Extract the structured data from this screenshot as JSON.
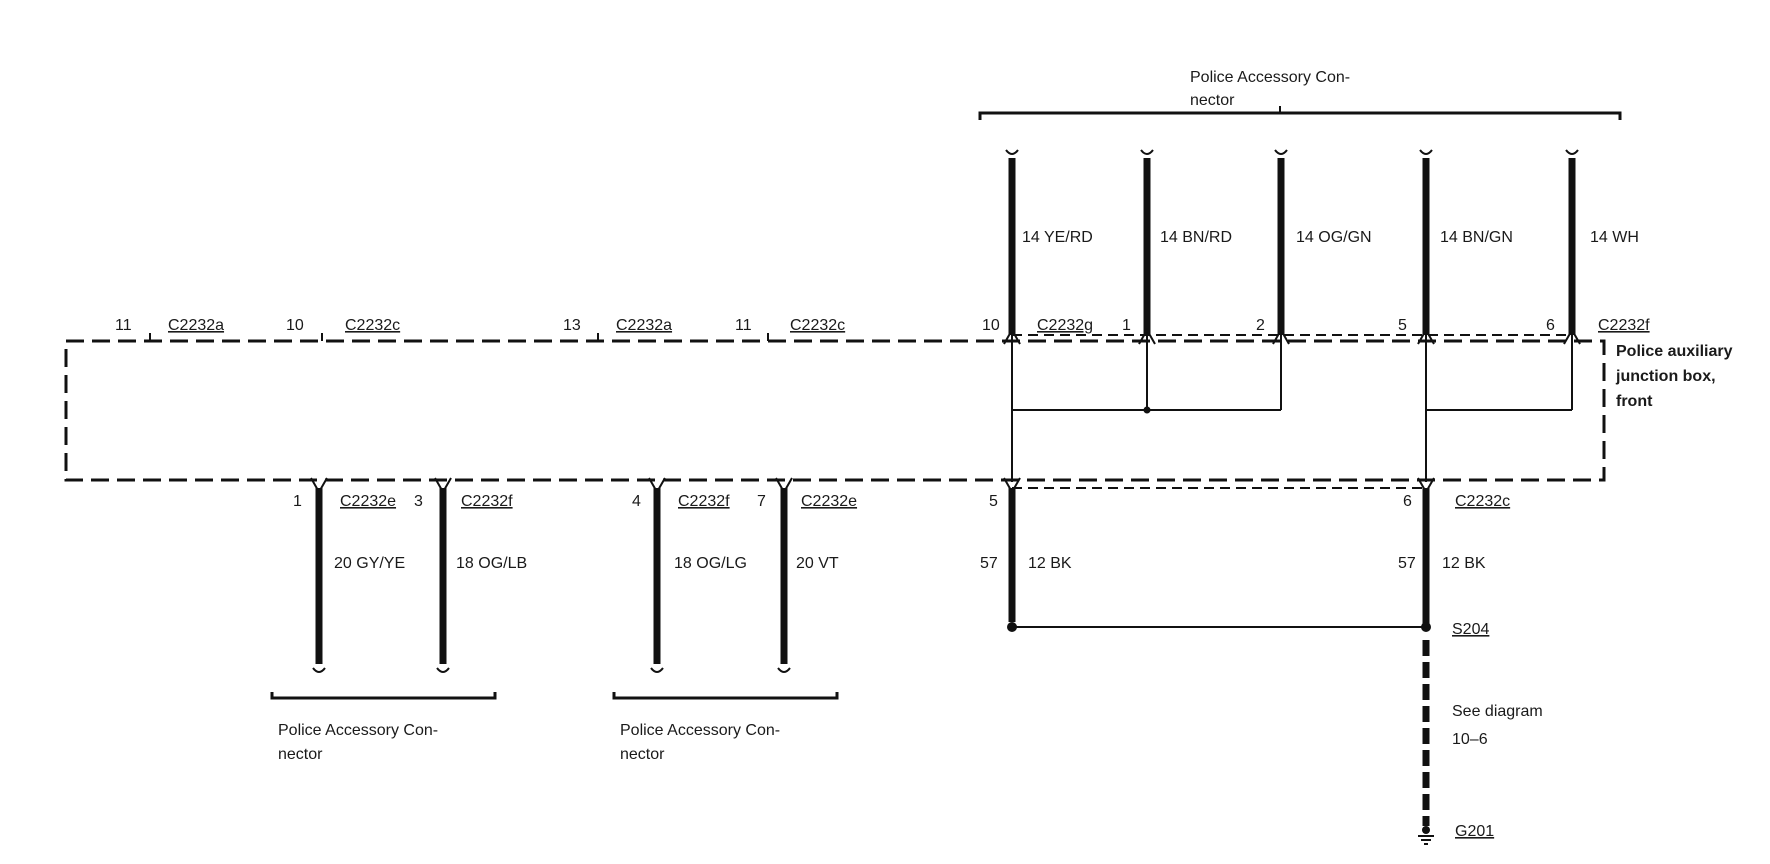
{
  "top_connector": {
    "label_line1": "Police Accessory Con-",
    "label_line2": "nector"
  },
  "junction_box": {
    "line1": "Police auxiliary",
    "line2": "junction box,",
    "line3": "front"
  },
  "top_pin_labels": [
    {
      "pin": "11",
      "connector": "C2232a"
    },
    {
      "pin": "10",
      "connector": "C2232c"
    },
    {
      "pin": "13",
      "connector": "C2232a"
    },
    {
      "pin": "11",
      "connector": "C2232c"
    },
    {
      "pin": "10",
      "connector": "C2232g"
    },
    {
      "pin": "1",
      "connector": ""
    },
    {
      "pin": "2",
      "connector": ""
    },
    {
      "pin": "5",
      "connector": ""
    },
    {
      "pin": "6",
      "connector": "C2232f"
    }
  ],
  "top_wires": [
    {
      "label": "14 YE/RD"
    },
    {
      "label": "14 BN/RD"
    },
    {
      "label": "14 OG/GN"
    },
    {
      "label": "14 BN/GN"
    },
    {
      "label": "14 WH"
    }
  ],
  "bottom_wires": [
    {
      "pin": "1",
      "connector": "C2232e",
      "label": "20 GY/YE"
    },
    {
      "pin": "3",
      "connector": "C2232f",
      "label": "18 OG/LB"
    },
    {
      "pin": "4",
      "connector": "C2232f",
      "label": "18 OG/LG"
    },
    {
      "pin": "7",
      "connector": "C2232e",
      "label": "20 VT"
    },
    {
      "pin": "5",
      "circuit": "57",
      "label": "12 BK"
    },
    {
      "pin": "6",
      "connector": "C2232c",
      "circuit": "57",
      "label": "12 BK"
    }
  ],
  "bottom_connector_a": {
    "label_line1": "Police Accessory Con-",
    "label_line2": "nector"
  },
  "bottom_connector_b": {
    "label_line1": "Police Accessory Con-",
    "label_line2": "nector"
  },
  "splice": {
    "label": "S204"
  },
  "see_diagram": {
    "line1": "See diagram",
    "line2": "10–6"
  },
  "ground": {
    "label": "G201"
  }
}
